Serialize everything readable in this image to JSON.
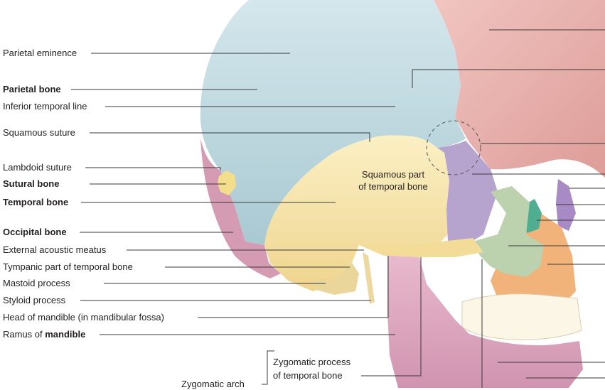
{
  "figure": {
    "labels": [
      {
        "key": "parietal-eminence",
        "text": "Parietal eminence",
        "bold": false
      },
      {
        "key": "parietal-bone",
        "text": "Parietal bone",
        "bold": true
      },
      {
        "key": "inferior-temporal-line",
        "text": "Inferior temporal line",
        "bold": false
      },
      {
        "key": "squamous-suture",
        "text": "Squamous suture",
        "bold": false
      },
      {
        "key": "lambdoid-suture",
        "text": "Lambdoid suture",
        "bold": false
      },
      {
        "key": "sutural-bone",
        "text": "Sutural bone",
        "bold": true
      },
      {
        "key": "temporal-bone",
        "text": "Temporal bone",
        "bold": true
      },
      {
        "key": "occipital-bone",
        "text": "Occipital bone",
        "bold": true
      },
      {
        "key": "external-acoustic-meatus",
        "text": "External acoustic meatus",
        "bold": false
      },
      {
        "key": "tympanic-part",
        "text": "Tympanic part of temporal bone",
        "bold": false
      },
      {
        "key": "mastoid-process",
        "text": "Mastoid process",
        "bold": false
      },
      {
        "key": "styloid-process",
        "text": "Styloid process",
        "bold": false
      },
      {
        "key": "head-of-mandible",
        "text": "Head of mandible (in mandibular fossa)",
        "bold": false
      }
    ],
    "ramus_label": {
      "prefix": "Ramus of ",
      "bold_word": "mandible"
    },
    "inner_label": {
      "line1": "Squamous part",
      "line2": "of temporal bone"
    },
    "zygomatic_process": {
      "line1": "Zygomatic process",
      "line2": "of temporal bone"
    },
    "zygomatic_arch": "Zygomatic arch",
    "colors": {
      "parietal": "#b9d5dc",
      "frontal": "#eab0ac",
      "temporal": "#f6e3a3",
      "occipital": "#d59bb3",
      "sphenoid": "#b6a4cf",
      "zygomatic": "#bcd1ae",
      "maxilla": "#f2b37a",
      "mandible": "#dca1bb",
      "nasal": "#a88bc4",
      "lacrimal": "#4fae8f",
      "leader": "#3a3a3a"
    }
  }
}
